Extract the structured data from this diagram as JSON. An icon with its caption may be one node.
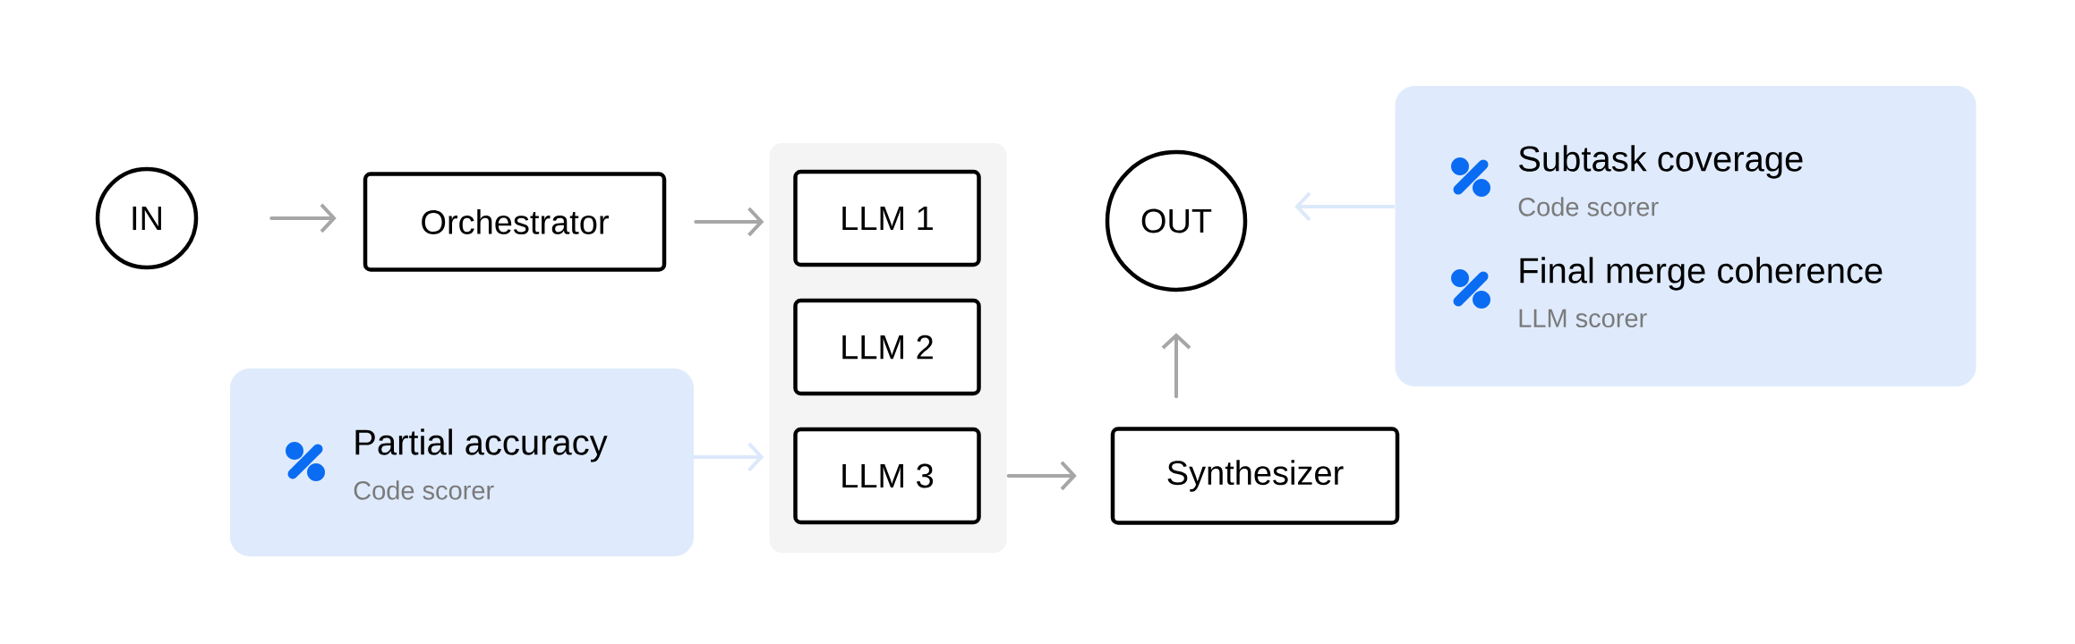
{
  "diagram": {
    "nodes": [
      {
        "text": [
          "IN"
        ]
      },
      {
        "text": [
          "Orchestrator"
        ]
      },
      {
        "text": [],
        "shape": "box"
      },
      {
        "text": [
          "LLM 1"
        ],
        "in": 2
      },
      {
        "text": [
          "LLM 2"
        ],
        "in": 2
      },
      {
        "text": [
          "LLM 3"
        ],
        "in": 2
      },
      {
        "text": [
          "OUT"
        ]
      },
      {
        "text": [
          "Synthesizer"
        ]
      },
      {
        "text": [
          "Subtask coverage",
          "Code scorer",
          "Final merge coherence",
          "LLM scorer"
        ]
      },
      {
        "text": [
          "Partial accuracy",
          "Code scorer"
        ]
      }
    ],
    "edges": [
      {
        "from": 0,
        "to": 1,
        "arrow": "to"
      },
      {
        "from": 1,
        "to": 2,
        "arrow": "to"
      },
      {
        "from": 2,
        "to": 7,
        "arrow": "to"
      },
      {
        "from": 7,
        "to": 6,
        "arrow": "to"
      },
      {
        "from": 8,
        "to": 6,
        "arrow": "to",
        "color": "#dce9fb"
      },
      {
        "from": 9,
        "to": 2,
        "arrow": "to",
        "color": "#dce9fb"
      }
    ]
  }
}
